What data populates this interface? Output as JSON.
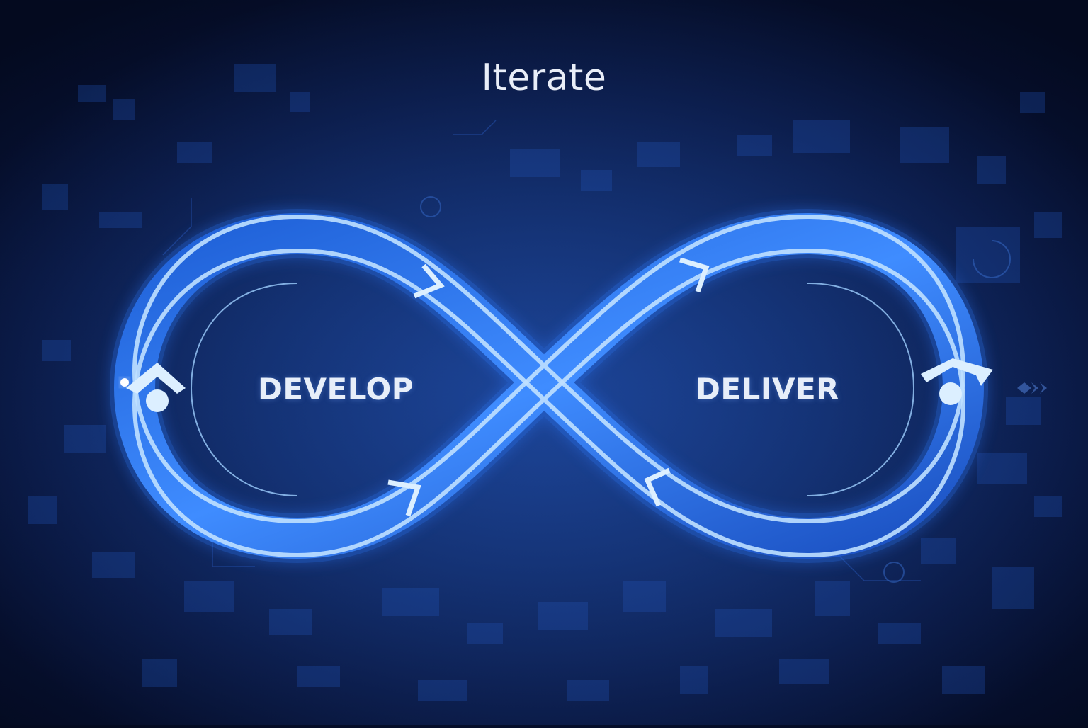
{
  "title": "Iterate",
  "loop": {
    "left_label": "DEVELOP",
    "right_label": "DELIVER",
    "shape": "infinity-symbol",
    "direction_markers": [
      "chevron-arrow",
      "chevron-arrow",
      "chevron-arrow",
      "chevron-arrow"
    ],
    "end_nodes": [
      "node-icon-left",
      "node-icon-right"
    ]
  },
  "colors": {
    "background_dark": "#040a1f",
    "background_mid": "#0a1f52",
    "loop_glow": "#3f8cff",
    "loop_core": "#bfe0ff",
    "text": "#e7eef9"
  }
}
